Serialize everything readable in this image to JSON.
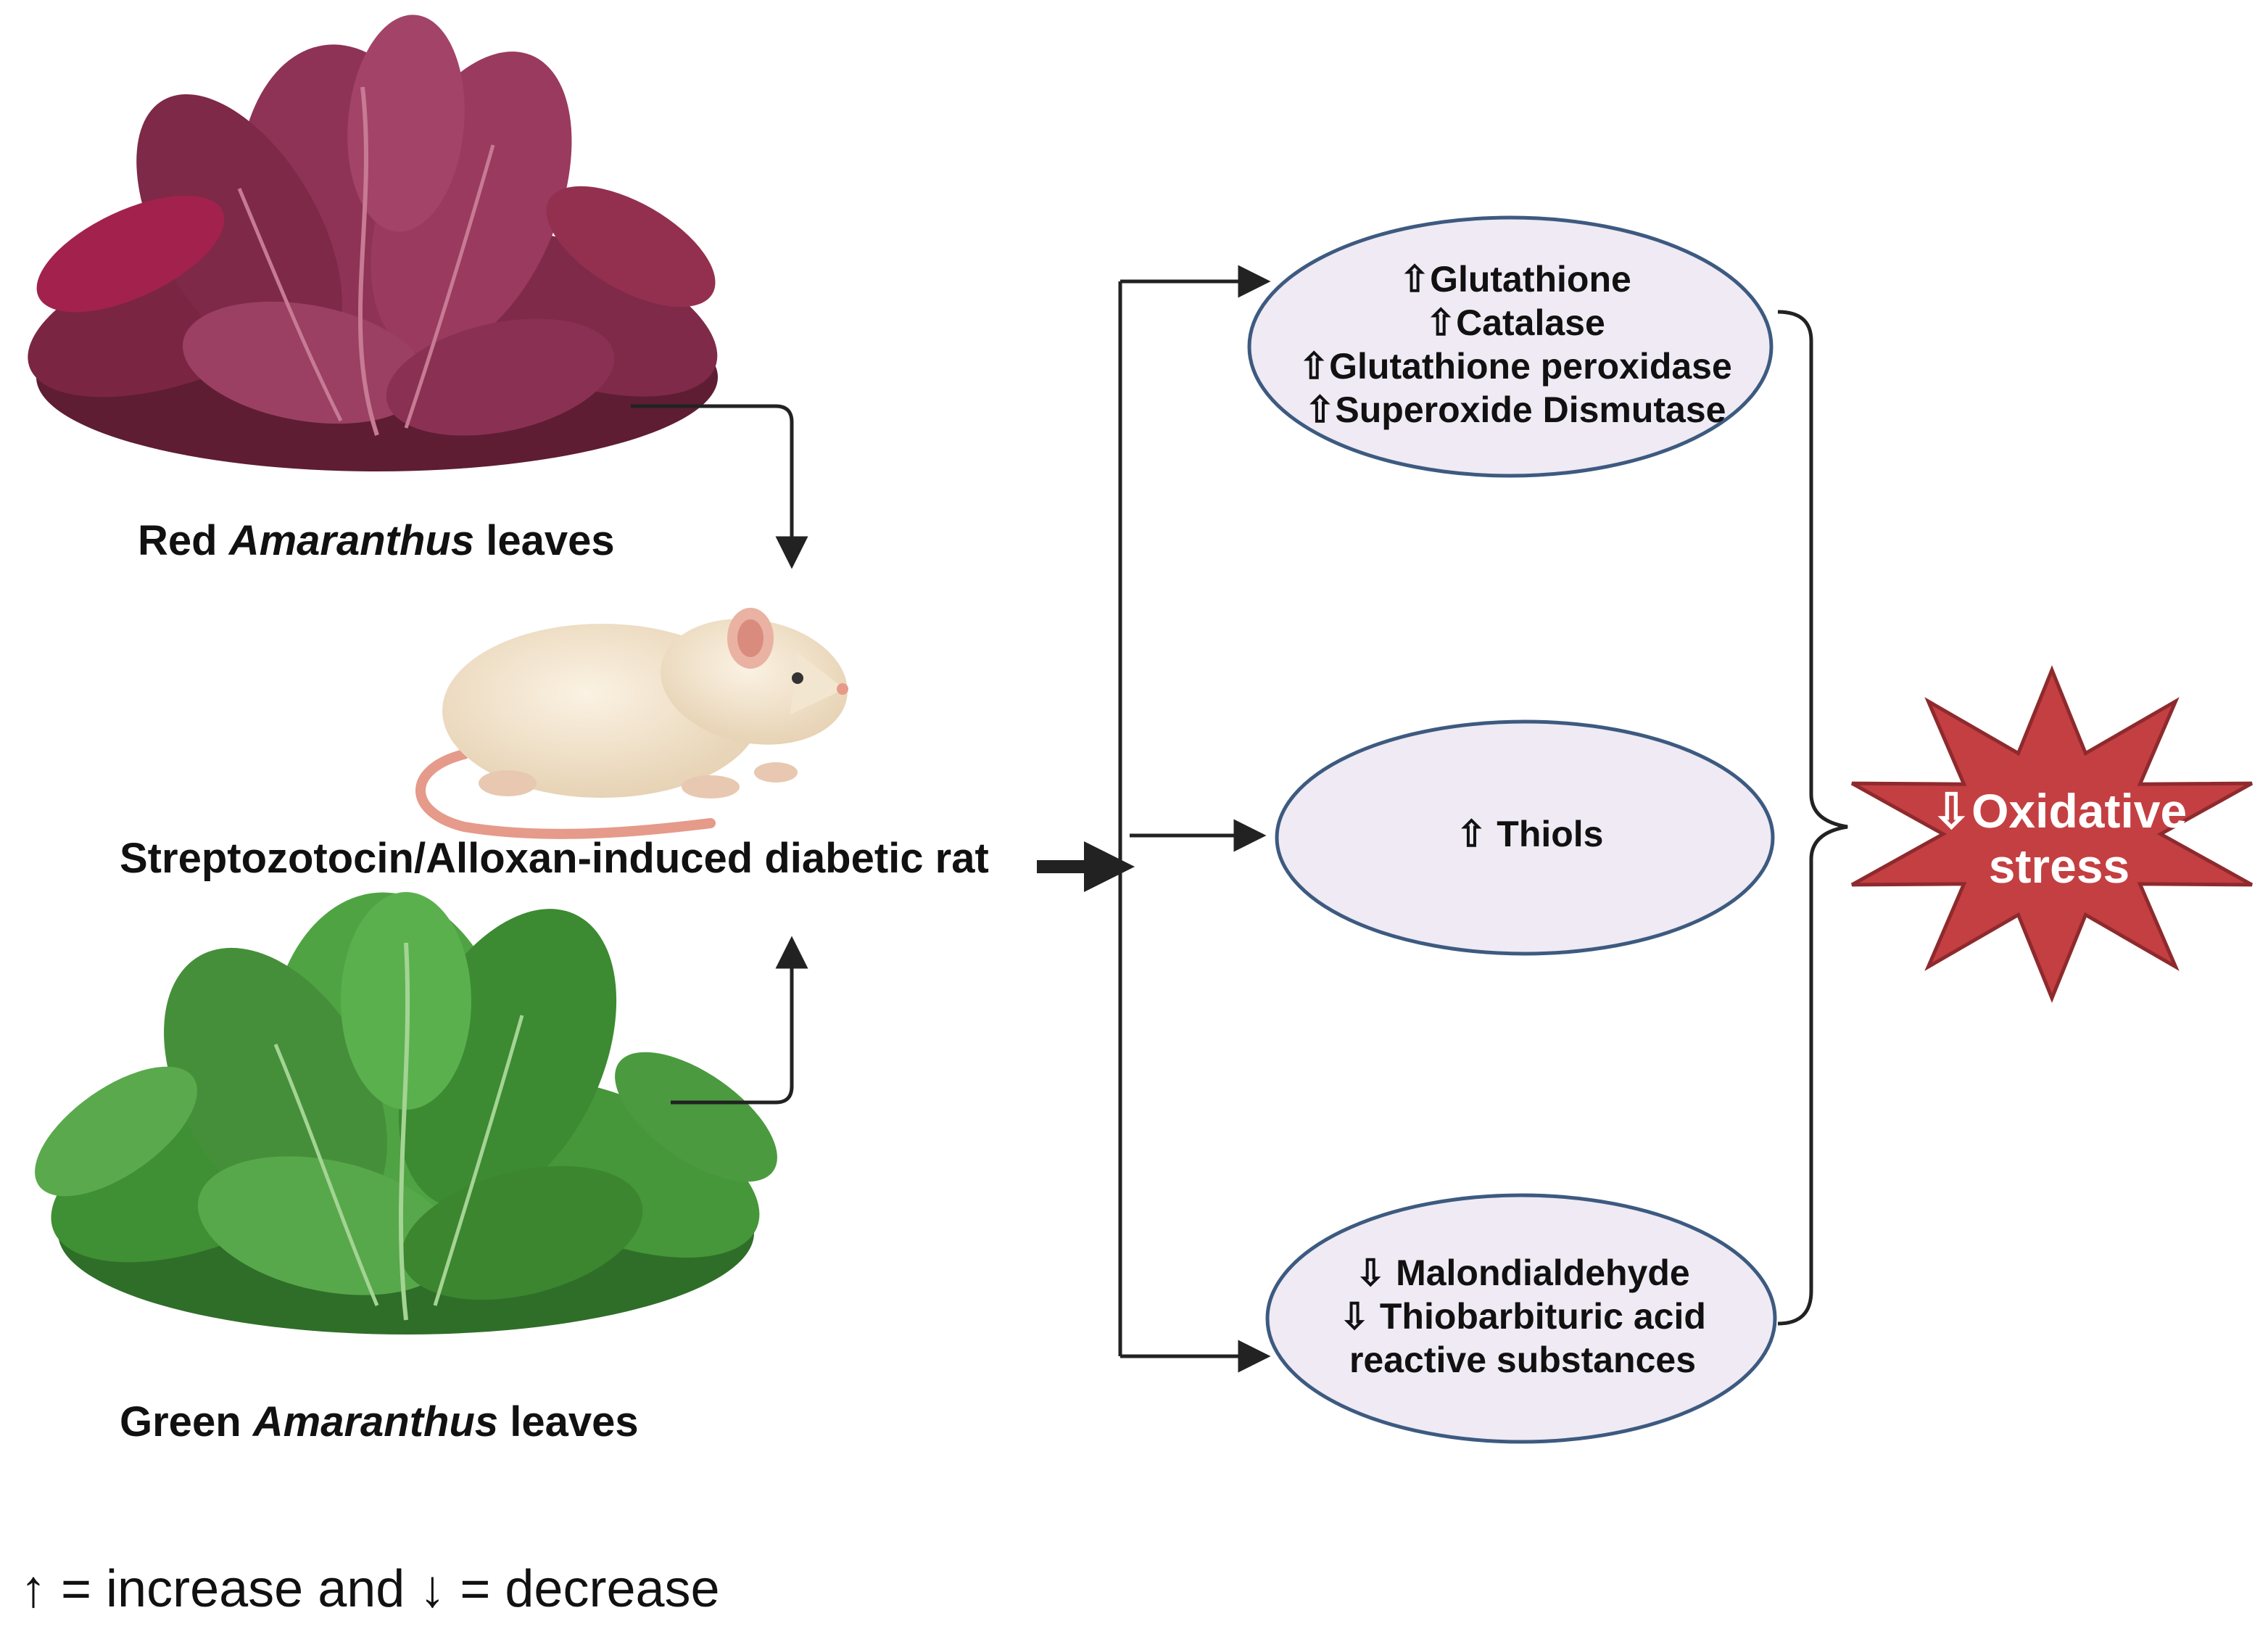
{
  "diagram": {
    "red_leaves": {
      "label_prefix": "Red ",
      "label_italic": "Amaranthus",
      "label_suffix": " leaves",
      "icon": "red-amaranth-leaves-icon",
      "color": "#8a2a4a"
    },
    "green_leaves": {
      "label_prefix": "Green ",
      "label_italic": "Amaranthus",
      "label_suffix": " leaves",
      "icon": "green-amaranth-leaves-icon",
      "color": "#3f8f34"
    },
    "rat": {
      "label": "Streptozotocin/Alloxan-induced diabetic rat",
      "icon": "rat-icon"
    },
    "outcomes": [
      {
        "lines": [
          "⇧Glutathione",
          "⇧Catalase",
          "⇧Glutathione peroxidase",
          "⇧Superoxide Dismutase"
        ]
      },
      {
        "lines": [
          "⇧ Thiols"
        ]
      },
      {
        "lines": [
          "⇩ Malondialdehyde",
          "⇩ Thiobarbituric acid",
          "reactive substances"
        ]
      }
    ],
    "result": {
      "lines": [
        "⇩Oxidative",
        "stress"
      ],
      "color": "#c43f42"
    },
    "legend": "↑ = increase and ↓ = decrease",
    "colors": {
      "ellipse_fill": "#efeaf3",
      "ellipse_stroke": "#3d5a80",
      "arrow": "#222222"
    }
  }
}
